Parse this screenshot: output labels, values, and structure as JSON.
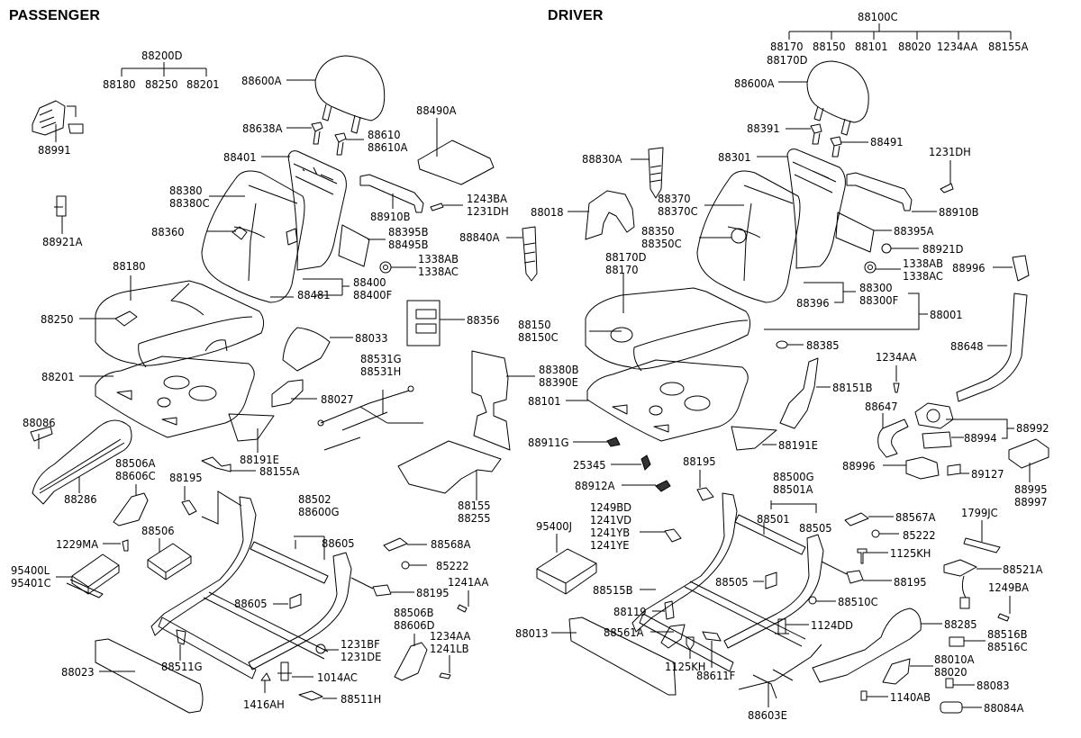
{
  "sections": {
    "passenger": "PASSENGER",
    "driver": "DRIVER"
  },
  "passenger_labels": [
    {
      "id": "p-88200D",
      "text": "88200D"
    },
    {
      "id": "p-88180-top",
      "text": "88180"
    },
    {
      "id": "p-88250-top",
      "text": "88250"
    },
    {
      "id": "p-88201-top",
      "text": "88201"
    },
    {
      "id": "p-88991",
      "text": "88991"
    },
    {
      "id": "p-88921A",
      "text": "88921A"
    },
    {
      "id": "p-88600A",
      "text": "88600A"
    },
    {
      "id": "p-88638A",
      "text": "88638A"
    },
    {
      "id": "p-88610",
      "text": "88610\n88610A"
    },
    {
      "id": "p-88490A",
      "text": "88490A"
    },
    {
      "id": "p-88401",
      "text": "88401"
    },
    {
      "id": "p-88380",
      "text": "88380\n88380C"
    },
    {
      "id": "p-88360",
      "text": "88360"
    },
    {
      "id": "p-88910B",
      "text": "88910B"
    },
    {
      "id": "p-1243BA",
      "text": "1243BA\n1231DH"
    },
    {
      "id": "p-88395B",
      "text": "88395B\n88495B"
    },
    {
      "id": "p-1338AB",
      "text": "1338AB\n1338AC"
    },
    {
      "id": "p-88400",
      "text": "88400\n88400F"
    },
    {
      "id": "p-88481",
      "text": "88481"
    },
    {
      "id": "p-88180",
      "text": "88180"
    },
    {
      "id": "p-88250",
      "text": "88250"
    },
    {
      "id": "p-88201",
      "text": "88201"
    },
    {
      "id": "p-88356",
      "text": "88356"
    },
    {
      "id": "p-88033",
      "text": "88033"
    },
    {
      "id": "p-88531G",
      "text": "88531G\n88531H"
    },
    {
      "id": "p-88027",
      "text": "88027"
    },
    {
      "id": "p-88191E",
      "text": "88191E"
    },
    {
      "id": "p-88155A",
      "text": "88155A"
    },
    {
      "id": "p-88086",
      "text": "88086"
    },
    {
      "id": "p-88506A",
      "text": "88506A\n88606C"
    },
    {
      "id": "p-88286",
      "text": "88286"
    },
    {
      "id": "p-88195a",
      "text": "88195"
    },
    {
      "id": "p-88506",
      "text": "88506"
    },
    {
      "id": "p-1229MA",
      "text": "1229MA"
    },
    {
      "id": "p-95400L",
      "text": "95400L\n95401C"
    },
    {
      "id": "p-88502",
      "text": "88502\n88600G"
    },
    {
      "id": "p-88605a",
      "text": "88605"
    },
    {
      "id": "p-88605b",
      "text": "88605"
    },
    {
      "id": "p-88568A",
      "text": "88568A"
    },
    {
      "id": "p-85222",
      "text": "85222"
    },
    {
      "id": "p-88195b",
      "text": "88195"
    },
    {
      "id": "p-1241AA",
      "text": "1241AA"
    },
    {
      "id": "p-88506B",
      "text": "88506B\n88606D"
    },
    {
      "id": "p-1234AA",
      "text": "1234AA\n1241LB"
    },
    {
      "id": "p-1231BF",
      "text": "1231BF\n1231DE"
    },
    {
      "id": "p-1014AC",
      "text": "1014AC"
    },
    {
      "id": "p-88511G",
      "text": "88511G"
    },
    {
      "id": "p-88023",
      "text": "88023"
    },
    {
      "id": "p-1416AH",
      "text": "1416AH"
    },
    {
      "id": "p-88511H",
      "text": "88511H"
    },
    {
      "id": "p-88380B",
      "text": "88380B\n88390E"
    },
    {
      "id": "p-88155",
      "text": "88155\n88255"
    }
  ],
  "driver_labels": [
    {
      "id": "d-88100C",
      "text": "88100C"
    },
    {
      "id": "d-88170-top",
      "text": "88170"
    },
    {
      "id": "d-88150-top",
      "text": "88150"
    },
    {
      "id": "d-88101-top",
      "text": "88101"
    },
    {
      "id": "d-88020-top",
      "text": "88020"
    },
    {
      "id": "d-1234AA-top",
      "text": "1234AA"
    },
    {
      "id": "d-88155A-top",
      "text": "88155A"
    },
    {
      "id": "d-88170D-top",
      "text": "88170D"
    },
    {
      "id": "d-88600A",
      "text": "88600A"
    },
    {
      "id": "d-88391",
      "text": "88391"
    },
    {
      "id": "d-88491",
      "text": "88491"
    },
    {
      "id": "d-88830A",
      "text": "88830A"
    },
    {
      "id": "d-88301",
      "text": "88301"
    },
    {
      "id": "d-1231DH",
      "text": "1231DH"
    },
    {
      "id": "d-88018",
      "text": "88018"
    },
    {
      "id": "d-88370",
      "text": "88370\n88370C"
    },
    {
      "id": "d-88910B",
      "text": "88910B"
    },
    {
      "id": "d-88840A",
      "text": "88840A"
    },
    {
      "id": "d-88350",
      "text": "88350\n88350C"
    },
    {
      "id": "d-88395A",
      "text": "88395A"
    },
    {
      "id": "d-88921D",
      "text": "88921D"
    },
    {
      "id": "d-88170D",
      "text": "88170D\n88170"
    },
    {
      "id": "d-1338AB",
      "text": "1338AB\n1338AC"
    },
    {
      "id": "d-88996a",
      "text": "88996"
    },
    {
      "id": "d-88300",
      "text": "88300\n88300F"
    },
    {
      "id": "d-88396",
      "text": "88396"
    },
    {
      "id": "d-88001",
      "text": "88001"
    },
    {
      "id": "d-88150",
      "text": "88150\n88150C"
    },
    {
      "id": "d-88385",
      "text": "88385"
    },
    {
      "id": "d-88648",
      "text": "88648"
    },
    {
      "id": "d-1234AA",
      "text": "1234AA"
    },
    {
      "id": "d-88101",
      "text": "88101"
    },
    {
      "id": "d-88151B",
      "text": "88151B"
    },
    {
      "id": "d-88647",
      "text": "88647"
    },
    {
      "id": "d-88992",
      "text": "88992"
    },
    {
      "id": "d-88994",
      "text": "88994"
    },
    {
      "id": "d-88191E",
      "text": "88191E"
    },
    {
      "id": "d-88911G",
      "text": "88911G"
    },
    {
      "id": "d-88996b",
      "text": "88996"
    },
    {
      "id": "d-89127",
      "text": "89127"
    },
    {
      "id": "d-88995",
      "text": "88995\n88997"
    },
    {
      "id": "d-25345",
      "text": "25345"
    },
    {
      "id": "d-88195a",
      "text": "88195"
    },
    {
      "id": "d-88912A",
      "text": "88912A"
    },
    {
      "id": "d-88500G",
      "text": "88500G\n88501A"
    },
    {
      "id": "d-1249BD",
      "text": "1249BD\n1241VD\n1241YB\n1241YE"
    },
    {
      "id": "d-95400J",
      "text": "95400J"
    },
    {
      "id": "d-88501",
      "text": "88501"
    },
    {
      "id": "d-88505a",
      "text": "88505"
    },
    {
      "id": "d-88567A",
      "text": "88567A"
    },
    {
      "id": "d-1799JC",
      "text": "1799JC"
    },
    {
      "id": "d-85222",
      "text": "85222"
    },
    {
      "id": "d-1125KH",
      "text": "1125KH"
    },
    {
      "id": "d-88521A",
      "text": "88521A"
    },
    {
      "id": "d-88195b",
      "text": "88195"
    },
    {
      "id": "d-88505b",
      "text": "88505"
    },
    {
      "id": "d-88515B",
      "text": "88515B"
    },
    {
      "id": "d-88510C",
      "text": "88510C"
    },
    {
      "id": "d-1249BA",
      "text": "1249BA"
    },
    {
      "id": "d-88119",
      "text": "88119"
    },
    {
      "id": "d-1124DD",
      "text": "1124DD"
    },
    {
      "id": "d-88285",
      "text": "88285"
    },
    {
      "id": "d-88013",
      "text": "88013"
    },
    {
      "id": "d-88561A",
      "text": "88561A"
    },
    {
      "id": "d-88516B",
      "text": "88516B\n88516C"
    },
    {
      "id": "d-1125KH-b",
      "text": "1125KH"
    },
    {
      "id": "d-88010A",
      "text": "88010A\n88020"
    },
    {
      "id": "d-88611F",
      "text": "88611F"
    },
    {
      "id": "d-88083",
      "text": "88083"
    },
    {
      "id": "d-1140AB",
      "text": "1140AB"
    },
    {
      "id": "d-88603E",
      "text": "88603E"
    },
    {
      "id": "d-88084A",
      "text": "88084A"
    }
  ]
}
